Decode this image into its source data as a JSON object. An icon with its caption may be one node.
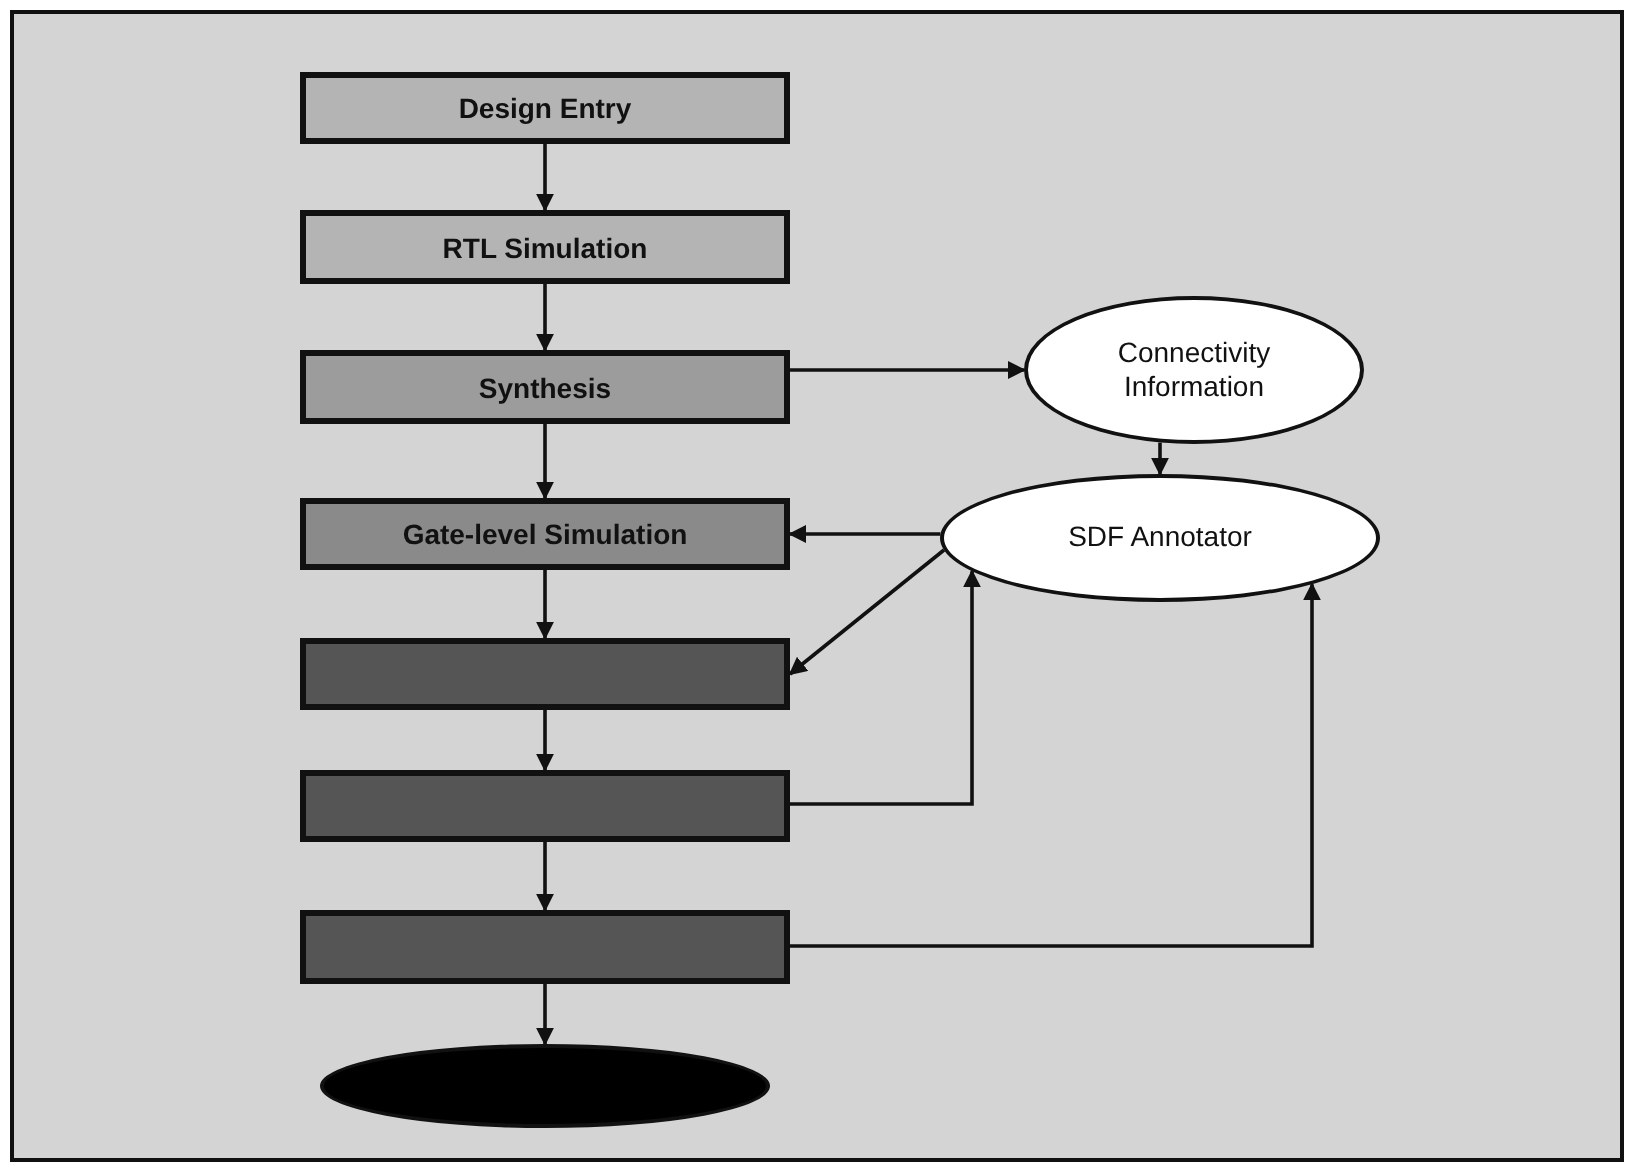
{
  "diagram": {
    "nodes": [
      {
        "text": [
          "Design Entry"
        ]
      },
      {
        "text": [
          "RTL Simulation"
        ]
      },
      {
        "text": [
          "Synthesis"
        ]
      },
      {
        "text": [
          "Gate-level Simulation"
        ]
      },
      {
        "text": [],
        "shape": "box"
      },
      {
        "text": [],
        "shape": "box"
      },
      {
        "text": [],
        "shape": "box"
      },
      {
        "text": [],
        "shape": "ellipse"
      },
      {
        "text": [
          "Connectivity Information"
        ]
      },
      {
        "text": [
          "SDF Annotator"
        ]
      }
    ],
    "edges": [
      {
        "from": 0,
        "to": 1,
        "arrow": "to"
      },
      {
        "from": 1,
        "to": 2,
        "arrow": "to"
      },
      {
        "from": 2,
        "to": 3,
        "arrow": "to"
      },
      {
        "from": 3,
        "to": 4,
        "arrow": "to"
      },
      {
        "from": 4,
        "to": 5,
        "arrow": "to"
      },
      {
        "from": 5,
        "to": 6,
        "arrow": "to"
      },
      {
        "from": 6,
        "to": 7,
        "arrow": "to"
      },
      {
        "from": 2,
        "to": 8,
        "arrow": "to"
      },
      {
        "from": 8,
        "to": 9,
        "arrow": "to"
      },
      {
        "from": 9,
        "to": 3,
        "arrow": "to"
      },
      {
        "from": 9,
        "to": 4,
        "arrow": "to"
      },
      {
        "from": 5,
        "to": 9,
        "arrow": "to"
      },
      {
        "from": 6,
        "to": 9,
        "arrow": "to"
      }
    ]
  }
}
